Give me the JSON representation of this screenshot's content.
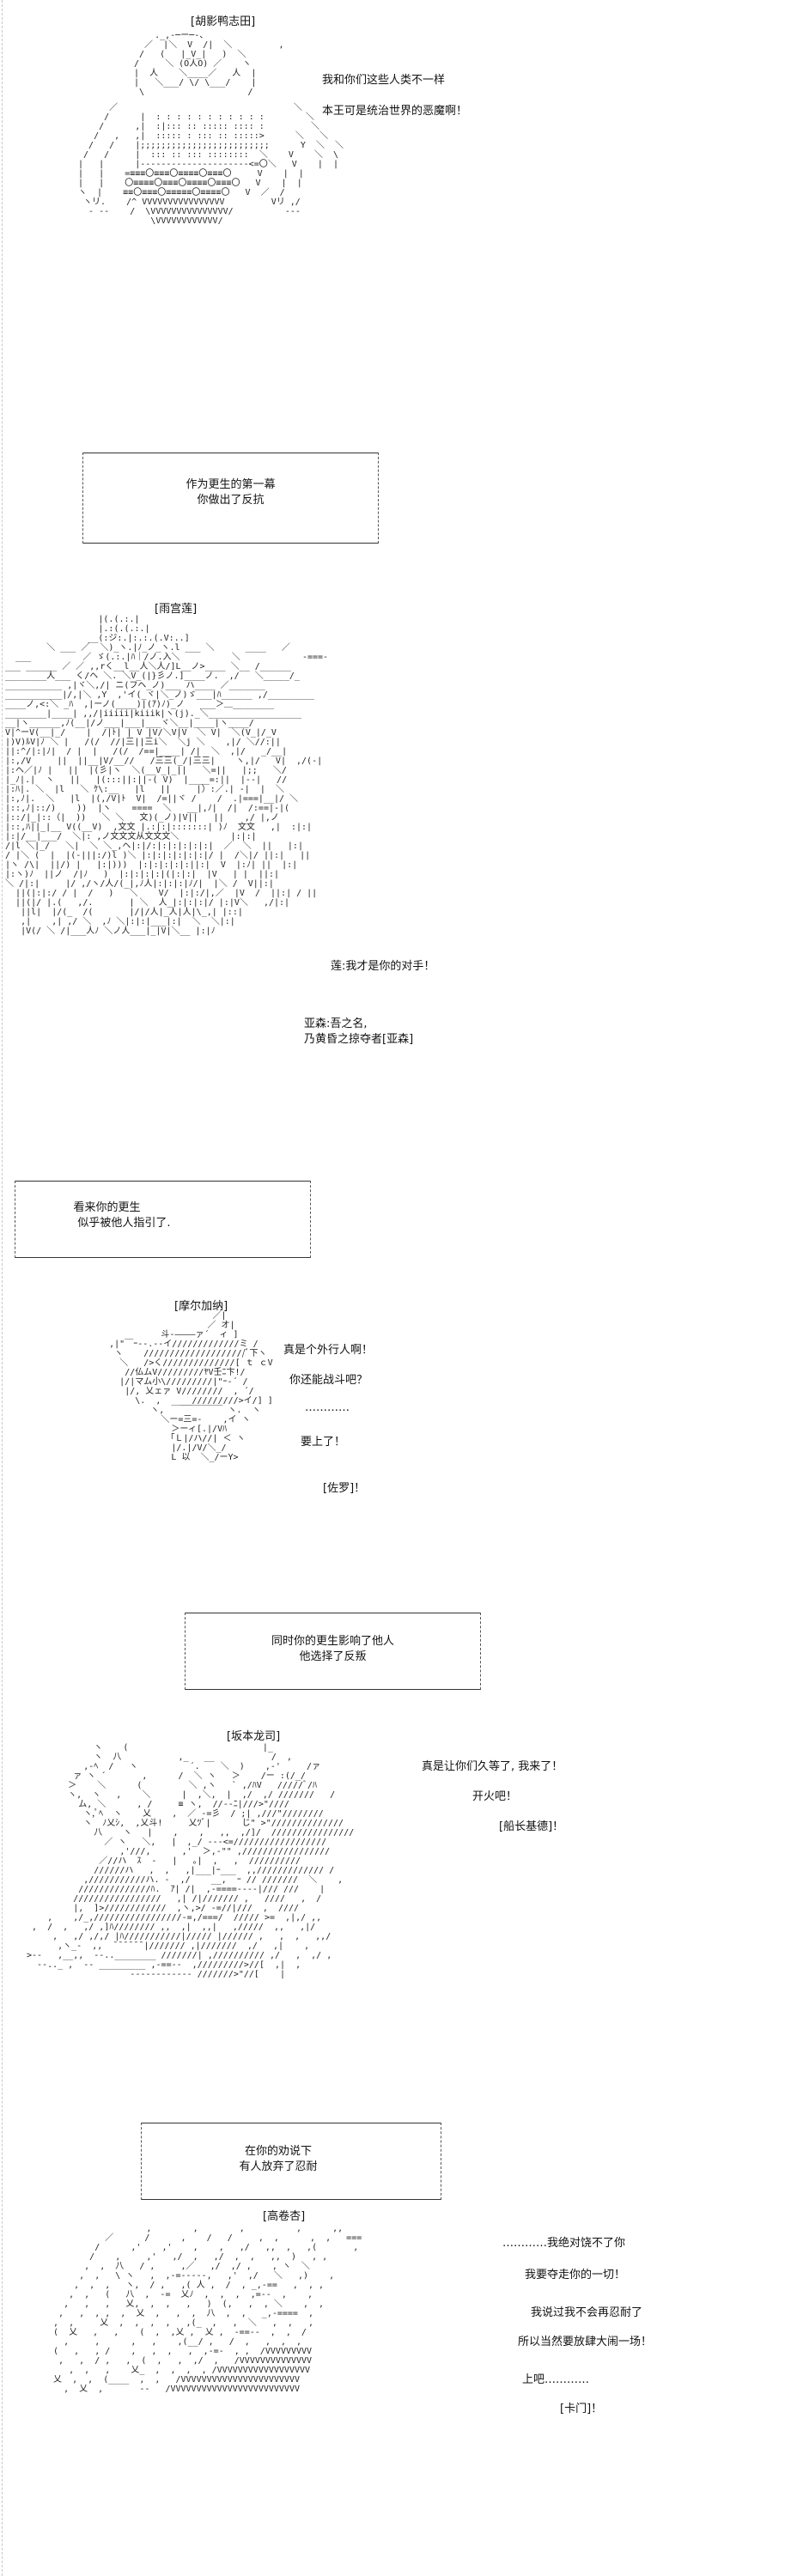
{
  "scenes": [
    {
      "name": "[胡影鸭志田]",
      "lines": [
        "我和你们这些人类不一样",
        "本王可是统治世界的恶魔啊！"
      ]
    },
    {
      "narration": [
        "作为更生的第一幕",
        "你做出了反抗"
      ]
    },
    {
      "name": "[雨宫莲]",
      "lines": [
        "莲:我才是你的对手！",
        "亚森:吾之名,",
        "乃黄昏之掠夺者[亚森]"
      ]
    },
    {
      "narration": [
        "看来你的更生",
        "似乎被他人指引了."
      ]
    },
    {
      "name": "[摩尔加纳]",
      "lines": [
        "真是个外行人啊！",
        "你还能战斗吧？",
        "…………",
        "要上了！",
        "[佐罗]！"
      ]
    },
    {
      "narration": [
        "同时你的更生影响了他人",
        "他选择了反叛"
      ]
    },
    {
      "name": "[坂本龙司]",
      "lines": [
        "真是让你们久等了, 我来了！",
        "开火吧！",
        "[船长基德]！"
      ]
    },
    {
      "narration": [
        "在你的劝说下",
        "有人放弃了忍耐"
      ]
    },
    {
      "name": "[高卷杏]",
      "lines": [
        "…………我绝对饶不了你",
        "我要夺走你的一切！",
        "我说过我不会再忍耐了",
        "所以当然要放肆大闹一场！",
        "上吧…………",
        "[卡门]！"
      ]
    }
  ]
}
